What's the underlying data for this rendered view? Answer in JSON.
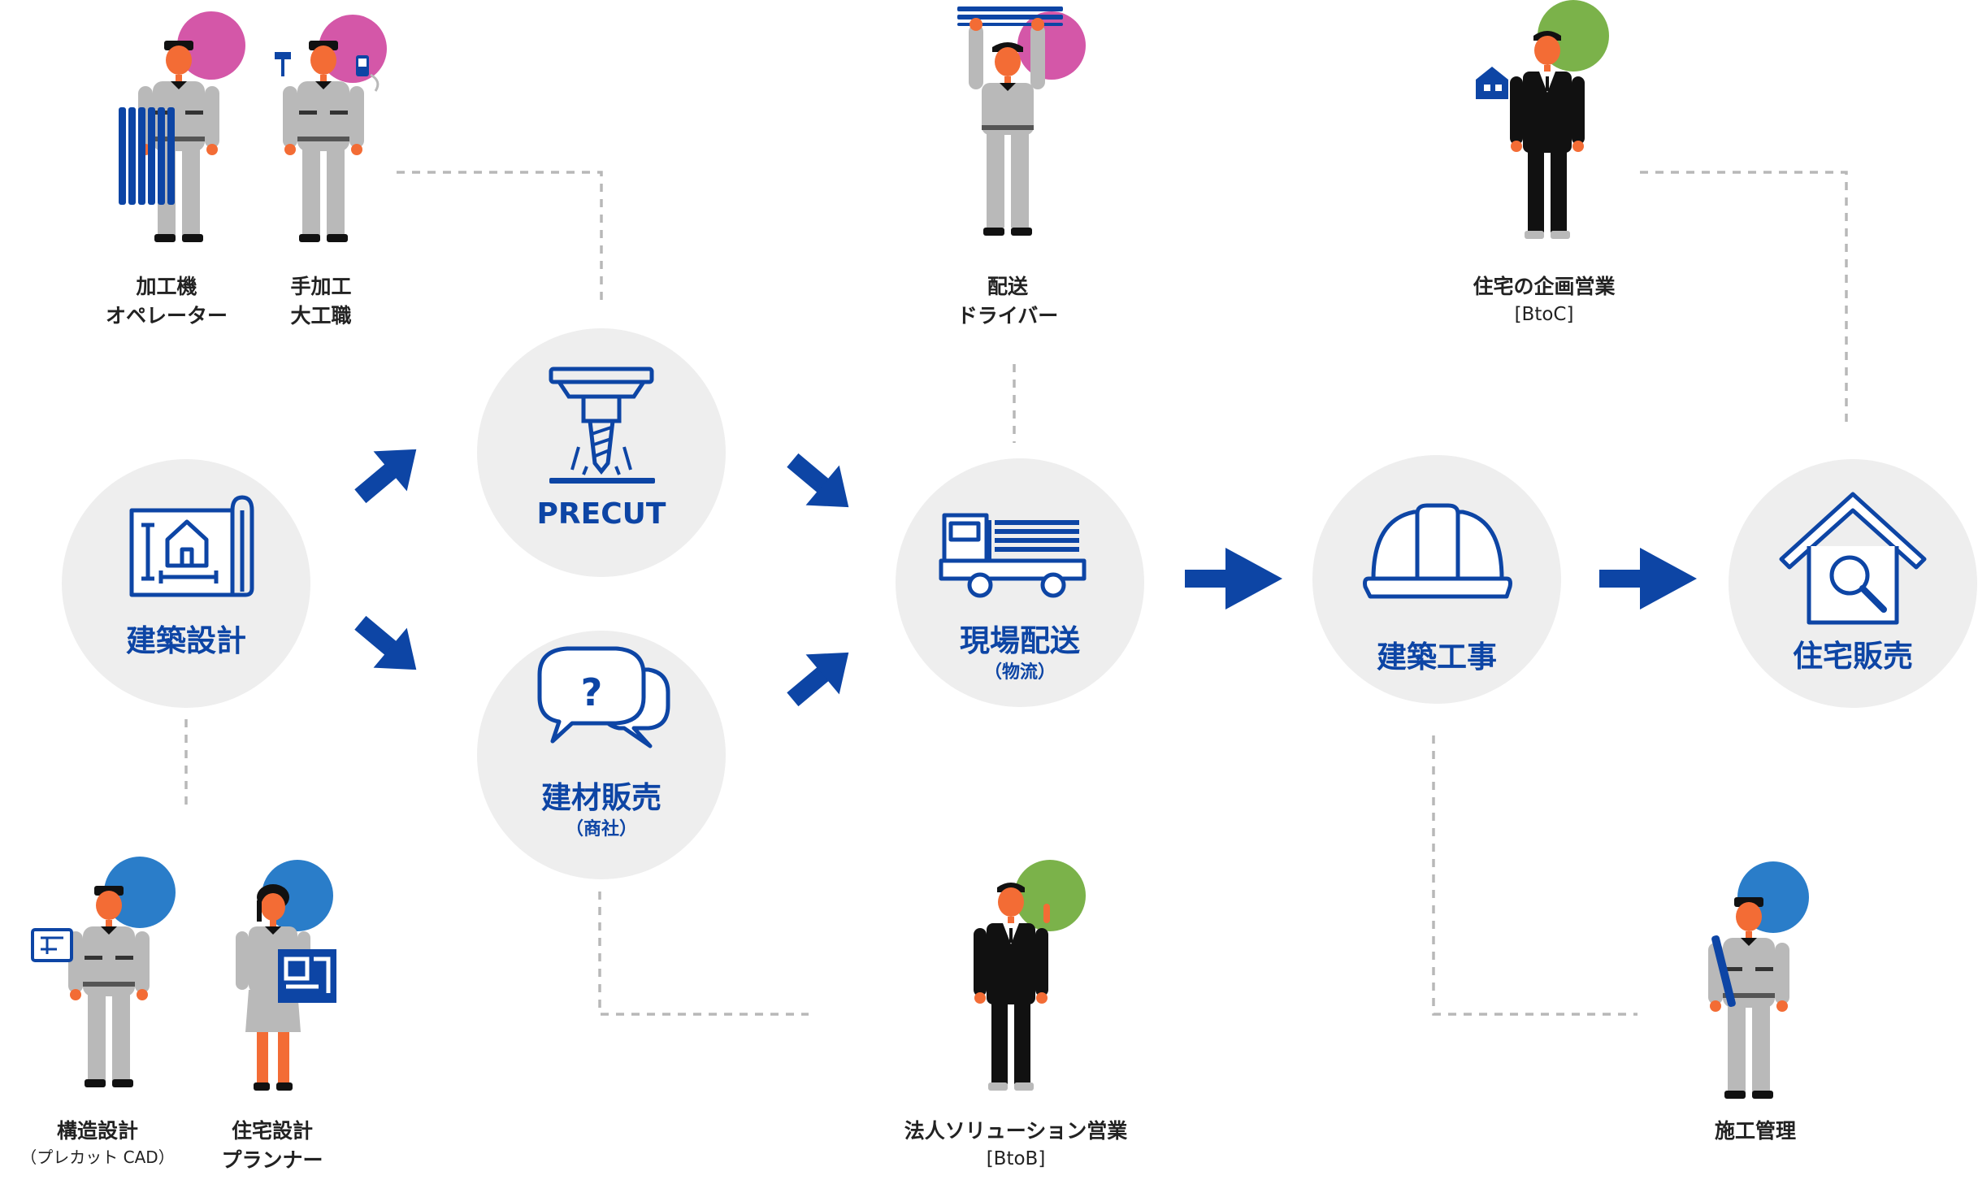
{
  "colors": {
    "blue": "#0d45a5",
    "node_bg": "#eeeeee",
    "dash": "#b8b8b8",
    "magenta": "#d457a8",
    "green": "#7bb24a",
    "lightblue": "#2a7dc9",
    "skin": "#f36c35",
    "uniform": "#b9b9b9",
    "suit": "#111111"
  },
  "nodes": {
    "design": {
      "label": "建築設計",
      "icon": "blueprint-house-icon"
    },
    "precut": {
      "label": "PRECUT",
      "icon": "cnc-drill-icon"
    },
    "materials": {
      "label": "建材販売",
      "sub": "（商社）",
      "icon": "speech-bubbles-question-icon"
    },
    "delivery": {
      "label": "現場配送",
      "sub": "（物流）",
      "icon": "truck-icon"
    },
    "construction": {
      "label": "建築工事",
      "icon": "hard-hat-icon"
    },
    "sales": {
      "label": "住宅販売",
      "icon": "house-magnifier-icon"
    }
  },
  "roles": {
    "operator": {
      "line1": "加工機",
      "line2": "オペレーター"
    },
    "carpenter": {
      "line1": "手加工",
      "line2": "大工職"
    },
    "driver": {
      "line1": "配送",
      "line2": "ドライバー"
    },
    "planning_sales": {
      "line1": "住宅の企画営業",
      "tag": "[BtoC]"
    },
    "structural": {
      "line1": "構造設計",
      "line2": "（プレカット CAD）"
    },
    "housing_design": {
      "line1": "住宅設計",
      "line2": "プランナー"
    },
    "corporate_sales": {
      "line1": "法人ソリューション営業",
      "tag": "[BtoB]"
    },
    "site_manager": {
      "line1": "施工管理"
    }
  }
}
